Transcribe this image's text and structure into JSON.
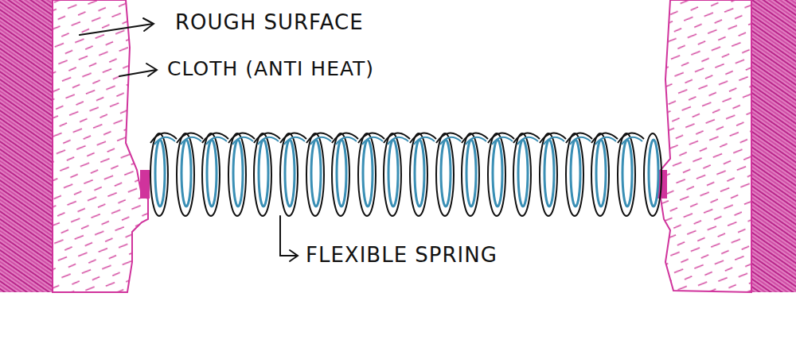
{
  "diagram": {
    "labels": [
      "ROUGH SURFACE",
      "CLOTH (ANTI HEAT)",
      "FLEXIBLE SPRING"
    ]
  }
}
